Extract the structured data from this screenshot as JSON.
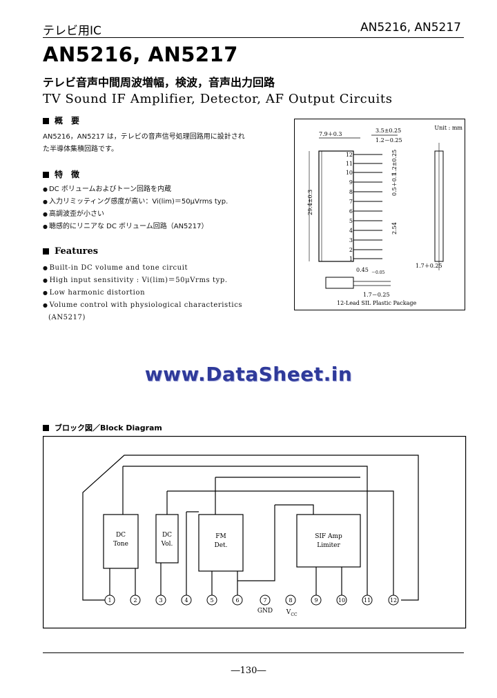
{
  "header": {
    "left": "テレビ用IC",
    "right": "AN5216, AN5217"
  },
  "title": "AN5216, AN5217",
  "subtitle_jp": "テレビ音声中間周波増幅，検波，音声出力回路",
  "subtitle_en": "TV Sound IF Amplifier, Detector, AF Output Circuits",
  "overview": {
    "heading": "概　要",
    "text_lines": [
      "AN5216，AN5217 は，テレビの音声信号処理回路用に設計され",
      "た半導体集積回路です。"
    ]
  },
  "features_jp": {
    "heading": "特　徴",
    "items": [
      "DC ボリュームおよびトーン回路を内蔵",
      "入力リミッティング感度が高い：Vi(lim)＝50μVrms typ.",
      "高調波歪が小さい",
      "聴感的にリニアな DC ボリューム回路（AN5217）"
    ]
  },
  "features_en": {
    "heading": "Features",
    "items": [
      "Built-in DC volume and tone circuit",
      "High input sensitivity : Vi(lim)＝50μVrms typ.",
      "Low harmonic distortion",
      "Volume control with physiological characteristics"
    ],
    "continuation": "(AN5217)"
  },
  "package": {
    "unit": "Unit : mm",
    "dim_top_left": "7.9＋0.3",
    "dim_top_right": "3.5±0.25",
    "dim_top_right2": "1.2－0.25",
    "dim_height": "29.4±0.3",
    "dim_pitch": "1.2±0.25",
    "dim_pin": "0.5＋0.1",
    "dim_254": "2.54",
    "dim_045": "0.45",
    "dim_045_tol": "－0.05",
    "dim_17": "1.7＋0.25",
    "dim_17b": "1.7－0.25",
    "caption": "12-Lead SIL Plastic Package",
    "pins": [
      "12",
      "11",
      "10",
      "9",
      "8",
      "7",
      "6",
      "5",
      "4",
      "3",
      "2",
      "1"
    ]
  },
  "watermark": "www.DataSheet.in",
  "block_diagram": {
    "heading": "ブロック図／Block Diagram",
    "blocks": [
      {
        "line1": "DC",
        "line2": "Tone"
      },
      {
        "line1": "DC",
        "line2": "Vol."
      },
      {
        "line1": "FM",
        "line2": "Det."
      },
      {
        "line1": "SIF Amp",
        "line2": "Limiter"
      }
    ],
    "pins": [
      "1",
      "2",
      "3",
      "4",
      "5",
      "6",
      "7",
      "8",
      "9",
      "10",
      "11",
      "12"
    ],
    "gnd_label": "GND",
    "vcc_label": "V",
    "vcc_sub": "CC"
  },
  "page_number": "―130―"
}
